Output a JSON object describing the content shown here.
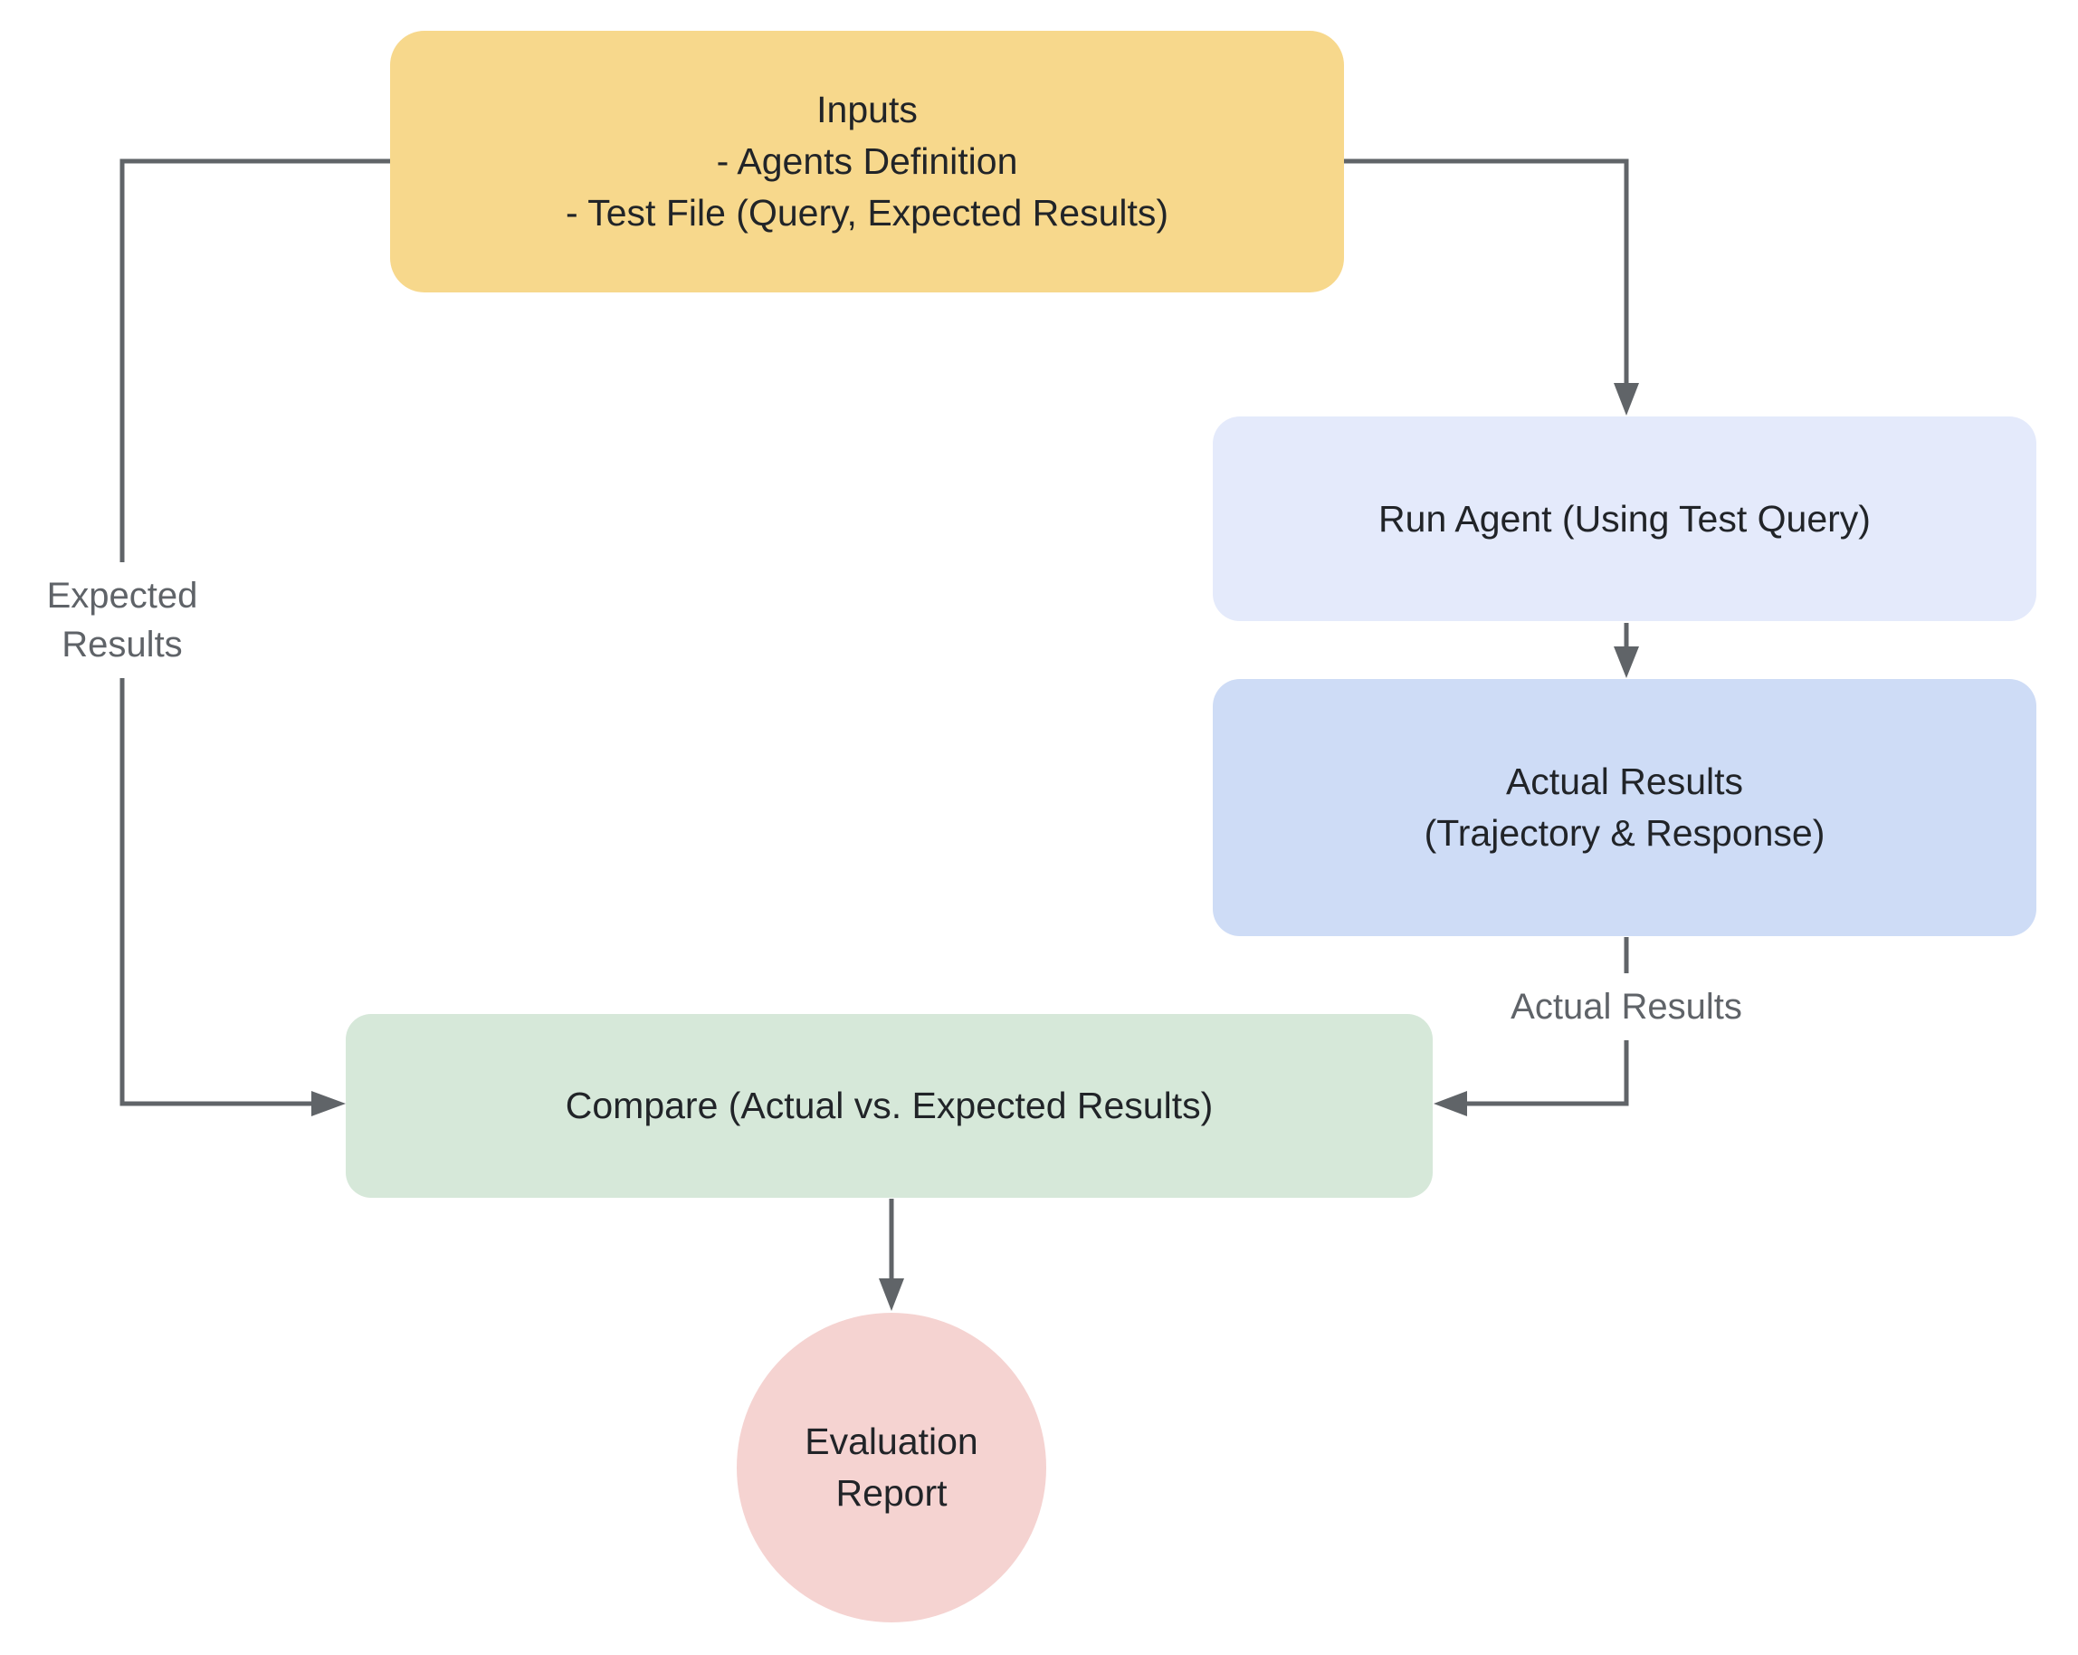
{
  "diagram": {
    "nodes": {
      "inputs": {
        "label": "Inputs\n- Agents Definition\n- Test File (Query, Expected Results)"
      },
      "run_agent": {
        "label": "Run Agent (Using Test Query)"
      },
      "actual_results": {
        "label": "Actual Results\n(Trajectory & Response)"
      },
      "compare": {
        "label": "Compare (Actual vs. Expected Results)"
      },
      "evaluation_report": {
        "label": "Evaluation\nReport"
      }
    },
    "edge_labels": {
      "expected_results": "Expected\nResults",
      "actual_results": "Actual Results"
    },
    "colors": {
      "background": "#FFFFFF",
      "inputs_fill": "#F7D88C",
      "run_agent_fill": "#E4EAFB",
      "actual_results_fill": "#CEDCF6",
      "compare_fill": "#D6E8D9",
      "evaluation_report_fill": "#F5D3D1",
      "line": "#606468",
      "node_text": "#212428",
      "edge_label_text": "#5F6368"
    }
  }
}
